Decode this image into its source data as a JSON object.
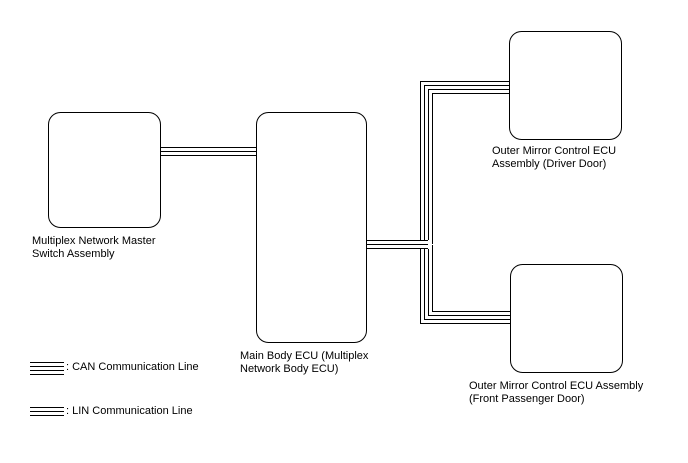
{
  "components": {
    "master_switch": {
      "line1": "Multiplex Network Master",
      "line2": "Switch Assembly"
    },
    "main_body_ecu": {
      "line1": "Main Body ECU (Multiplex",
      "line2": "Network Body ECU)"
    },
    "mirror_driver": {
      "line1": "Outer Mirror Control ECU",
      "line2": "Assembly (Driver Door)"
    },
    "mirror_passenger": {
      "line1": "Outer Mirror Control ECU Assembly",
      "line2": "(Front Passenger Door)"
    }
  },
  "legend": {
    "can": ": CAN Communication Line",
    "lin": ": LIN Communication Line"
  },
  "colors": {
    "stroke": "#000000",
    "background": "#ffffff"
  }
}
